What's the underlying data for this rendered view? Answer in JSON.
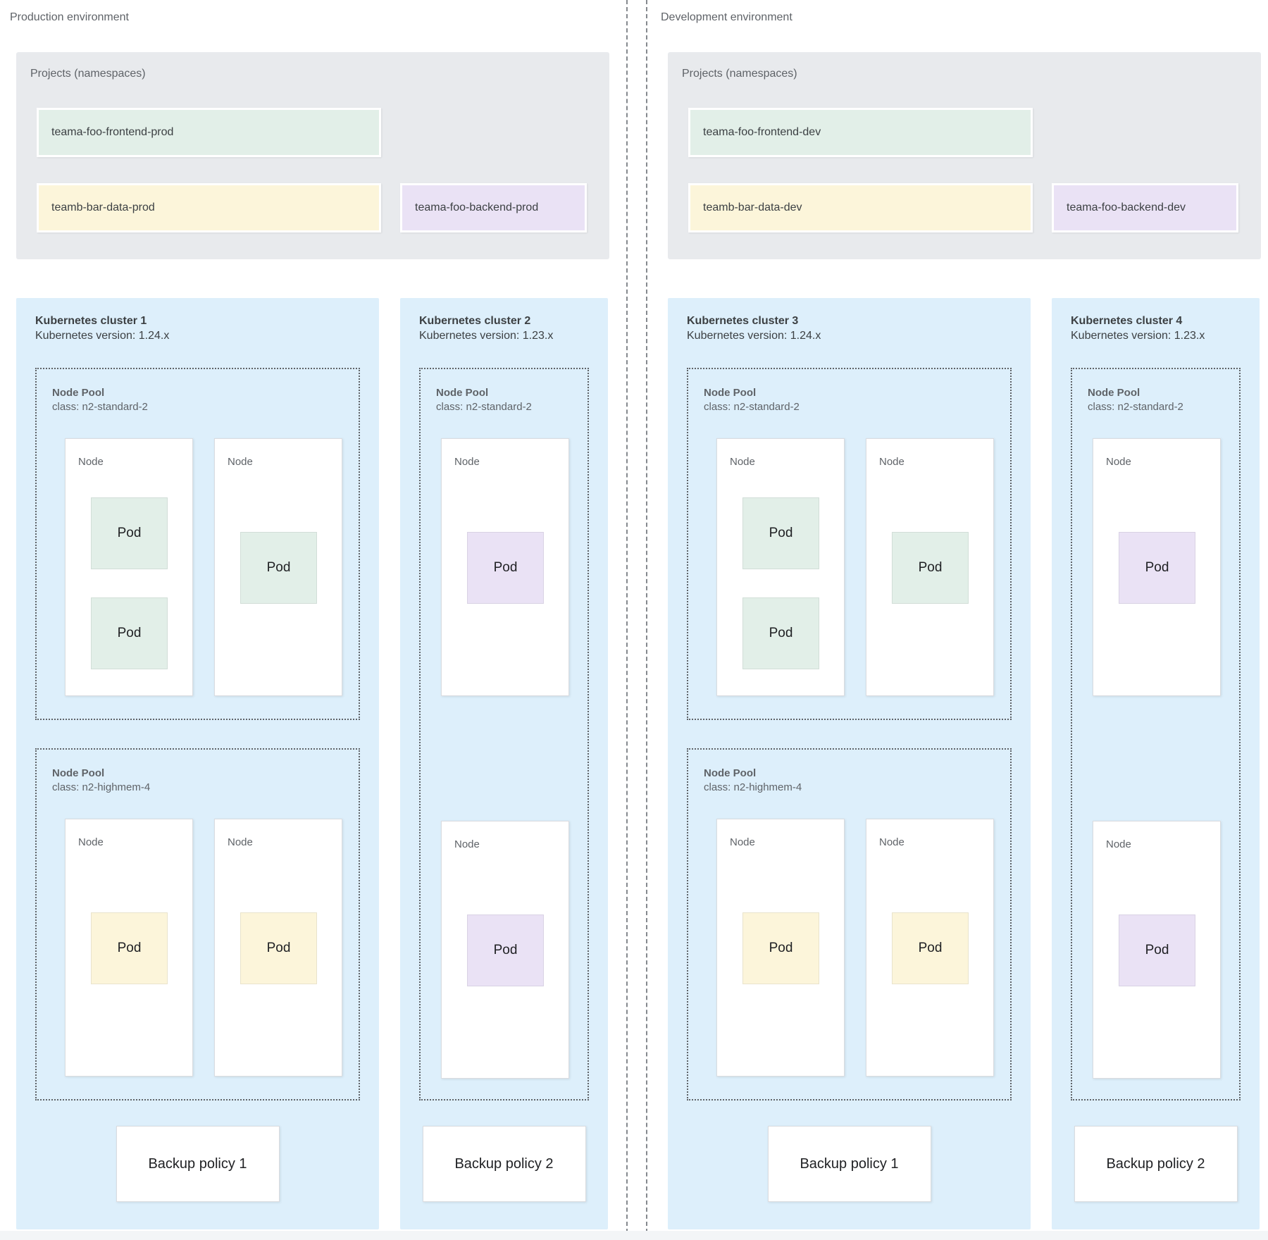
{
  "labels": {
    "pod": "Pod",
    "node": "Node",
    "node_pool": "Node Pool"
  },
  "colors": {
    "cluster_bg": "#ddeffb",
    "panel_bg": "#e8eaed",
    "green": "#e2efe8",
    "yellow": "#fcf5da",
    "purple": "#eae2f5",
    "node_bd": "#dadce0",
    "divider": "#85898e"
  },
  "environments": [
    {
      "label": "Production environment",
      "projects": {
        "title": "Projects (namespaces)",
        "namespaces": [
          {
            "label": "teama-foo-frontend-prod",
            "color": "green"
          },
          {
            "label": "teamb-bar-data-prod",
            "color": "yellow"
          },
          {
            "label": "teama-foo-backend-prod",
            "color": "purple"
          }
        ]
      },
      "clusters": [
        {
          "title": "Kubernetes cluster 1",
          "version": "Kubernetes version: 1.24.x",
          "node_pools": [
            {
              "name": "Node Pool",
              "class": "class: n2-standard-2",
              "nodes": [
                {
                  "label": "Node",
                  "pods": [
                    "green",
                    "green"
                  ]
                },
                {
                  "label": "Node",
                  "pods": [
                    "green"
                  ]
                }
              ]
            },
            {
              "name": "Node Pool",
              "class": "class: n2-highmem-4",
              "nodes": [
                {
                  "label": "Node",
                  "pods": [
                    "yellow"
                  ]
                },
                {
                  "label": "Node",
                  "pods": [
                    "yellow"
                  ]
                }
              ]
            }
          ],
          "backup_policy": "Backup policy 1"
        },
        {
          "title": "Kubernetes cluster 2",
          "version": "Kubernetes version: 1.23.x",
          "node_pools": [
            {
              "name": "Node Pool",
              "class": "class: n2-standard-2",
              "nodes": [
                {
                  "label": "Node",
                  "pods": [
                    "purple"
                  ]
                },
                {
                  "label": "Node",
                  "pods": [
                    "purple"
                  ]
                }
              ]
            }
          ],
          "backup_policy": "Backup policy 2"
        }
      ]
    },
    {
      "label": "Development environment",
      "projects": {
        "title": "Projects (namespaces)",
        "namespaces": [
          {
            "label": "teama-foo-frontend-dev",
            "color": "green"
          },
          {
            "label": "teamb-bar-data-dev",
            "color": "yellow"
          },
          {
            "label": "teama-foo-backend-dev",
            "color": "purple"
          }
        ]
      },
      "clusters": [
        {
          "title": "Kubernetes cluster 3",
          "version": "Kubernetes version: 1.24.x",
          "node_pools": [
            {
              "name": "Node Pool",
              "class": "class: n2-standard-2",
              "nodes": [
                {
                  "label": "Node",
                  "pods": [
                    "green",
                    "green"
                  ]
                },
                {
                  "label": "Node",
                  "pods": [
                    "green"
                  ]
                }
              ]
            },
            {
              "name": "Node Pool",
              "class": "class: n2-highmem-4",
              "nodes": [
                {
                  "label": "Node",
                  "pods": [
                    "yellow"
                  ]
                },
                {
                  "label": "Node",
                  "pods": [
                    "yellow"
                  ]
                }
              ]
            }
          ],
          "backup_policy": "Backup policy 1"
        },
        {
          "title": "Kubernetes cluster 4",
          "version": "Kubernetes version: 1.23.x",
          "node_pools": [
            {
              "name": "Node Pool",
              "class": "class: n2-standard-2",
              "nodes": [
                {
                  "label": "Node",
                  "pods": [
                    "purple"
                  ]
                },
                {
                  "label": "Node",
                  "pods": [
                    "purple"
                  ]
                }
              ]
            }
          ],
          "backup_policy": "Backup policy 2"
        }
      ]
    }
  ]
}
